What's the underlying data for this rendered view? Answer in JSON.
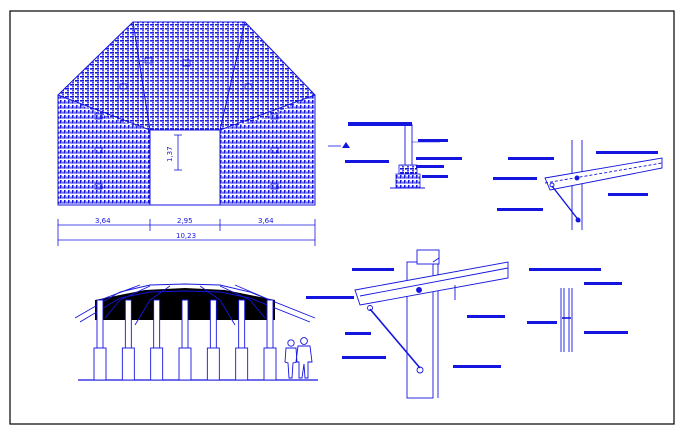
{
  "drawing": {
    "line_color": "#1515e0",
    "frame_color": "#000000",
    "background": "#ffffff",
    "plan_dimensions": {
      "height_dim": "1,37",
      "left_span": "3,64",
      "center_span": "2,95",
      "right_span": "3,64",
      "total_span": "10,23"
    },
    "details": {
      "roof_edge_section": {
        "leader_labels": 5,
        "marker": "triangle"
      },
      "bracket_joint": {
        "leader_labels": 5
      },
      "column_beam_joint": {
        "leader_labels": 6
      },
      "column_section": {
        "leader_labels": 4
      }
    },
    "elevation": {
      "columns": 7,
      "figures": 2
    }
  }
}
